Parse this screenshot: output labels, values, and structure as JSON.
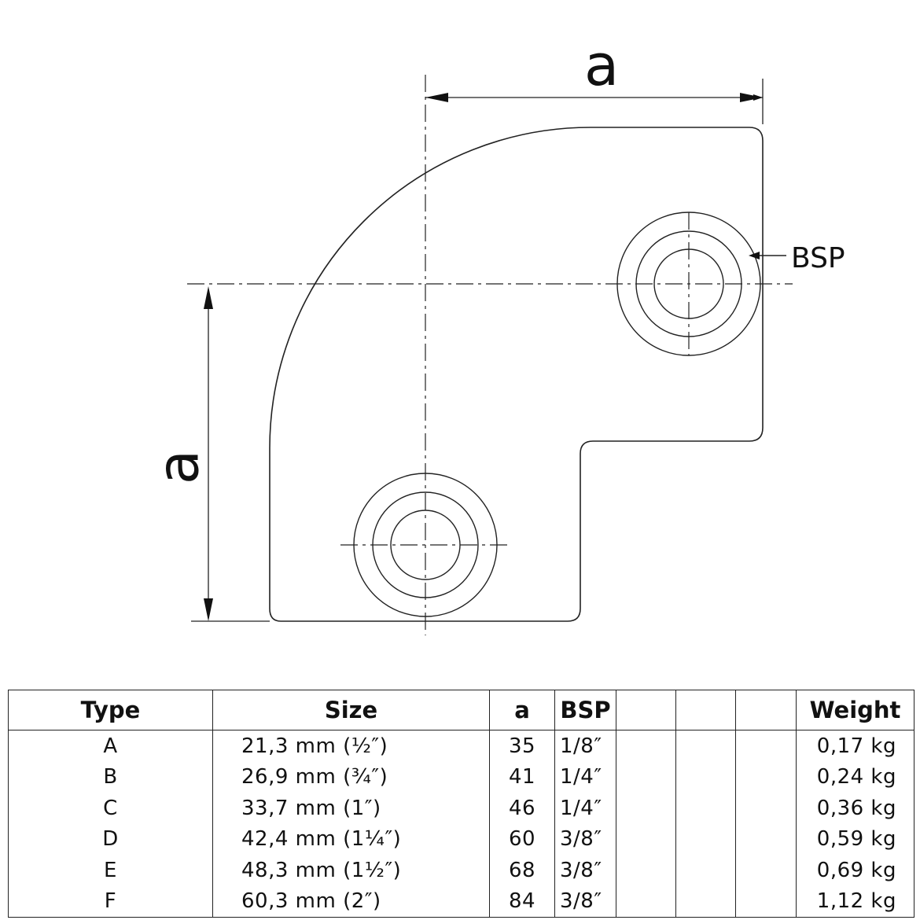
{
  "drawing": {
    "dimension_top_label": "a",
    "dimension_left_label": "a",
    "callout_label": "BSP"
  },
  "table": {
    "headers": {
      "type": "Type",
      "size": "Size",
      "a": "a",
      "bsp": "BSP",
      "blank1": "",
      "blank2": "",
      "blank3": "",
      "weight": "Weight"
    },
    "rows": [
      {
        "type": "A",
        "size": "21,3 mm (½″)",
        "a": "35",
        "bsp": "1/8″",
        "weight": "0,17 kg"
      },
      {
        "type": "B",
        "size": "26,9 mm (¾″)",
        "a": "41",
        "bsp": "1/4″",
        "weight": "0,24 kg"
      },
      {
        "type": "C",
        "size": "33,7 mm (1″)",
        "a": "46",
        "bsp": "1/4″",
        "weight": "0,36 kg"
      },
      {
        "type": "D",
        "size": "42,4 mm (1¼″)",
        "a": "60",
        "bsp": "3/8″",
        "weight": "0,59 kg"
      },
      {
        "type": "E",
        "size": "48,3 mm (1½″)",
        "a": "68",
        "bsp": "3/8″",
        "weight": "0,69 kg"
      },
      {
        "type": "F",
        "size": "60,3 mm (2″)",
        "a": "84",
        "bsp": "3/8″",
        "weight": "1,12 kg"
      }
    ]
  }
}
